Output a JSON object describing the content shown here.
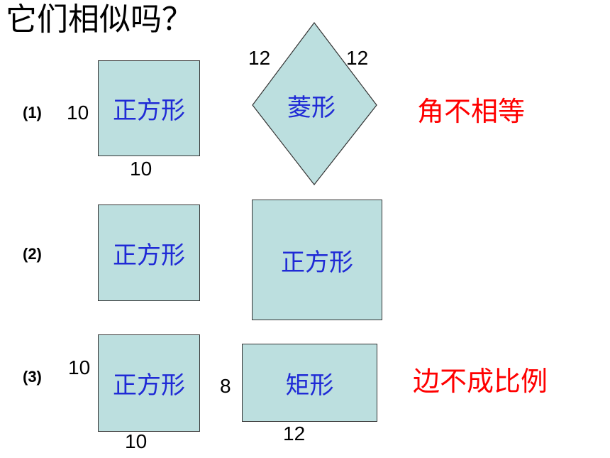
{
  "title": "它们相似吗？",
  "rows": [
    {
      "label": "(1)",
      "left_shape": {
        "name": "正方形",
        "side_label": "10",
        "bottom_label": "10"
      },
      "right_shape": {
        "name": "菱形",
        "top_left_label": "12",
        "top_right_label": "12"
      },
      "verdict": "角不相等"
    },
    {
      "label": "(2)",
      "left_shape": {
        "name": "正方形"
      },
      "right_shape": {
        "name": "正方形"
      }
    },
    {
      "label": "(3)",
      "left_shape": {
        "name": "正方形",
        "side_label": "10",
        "bottom_label": "10"
      },
      "right_shape": {
        "name": "矩形",
        "side_label": "8",
        "bottom_label": "12"
      },
      "verdict": "边不成比例"
    }
  ],
  "colors": {
    "shape_fill": "#bcdfdf",
    "shape_text": "#1f2ad6",
    "verdict_text": "#ff0000"
  }
}
